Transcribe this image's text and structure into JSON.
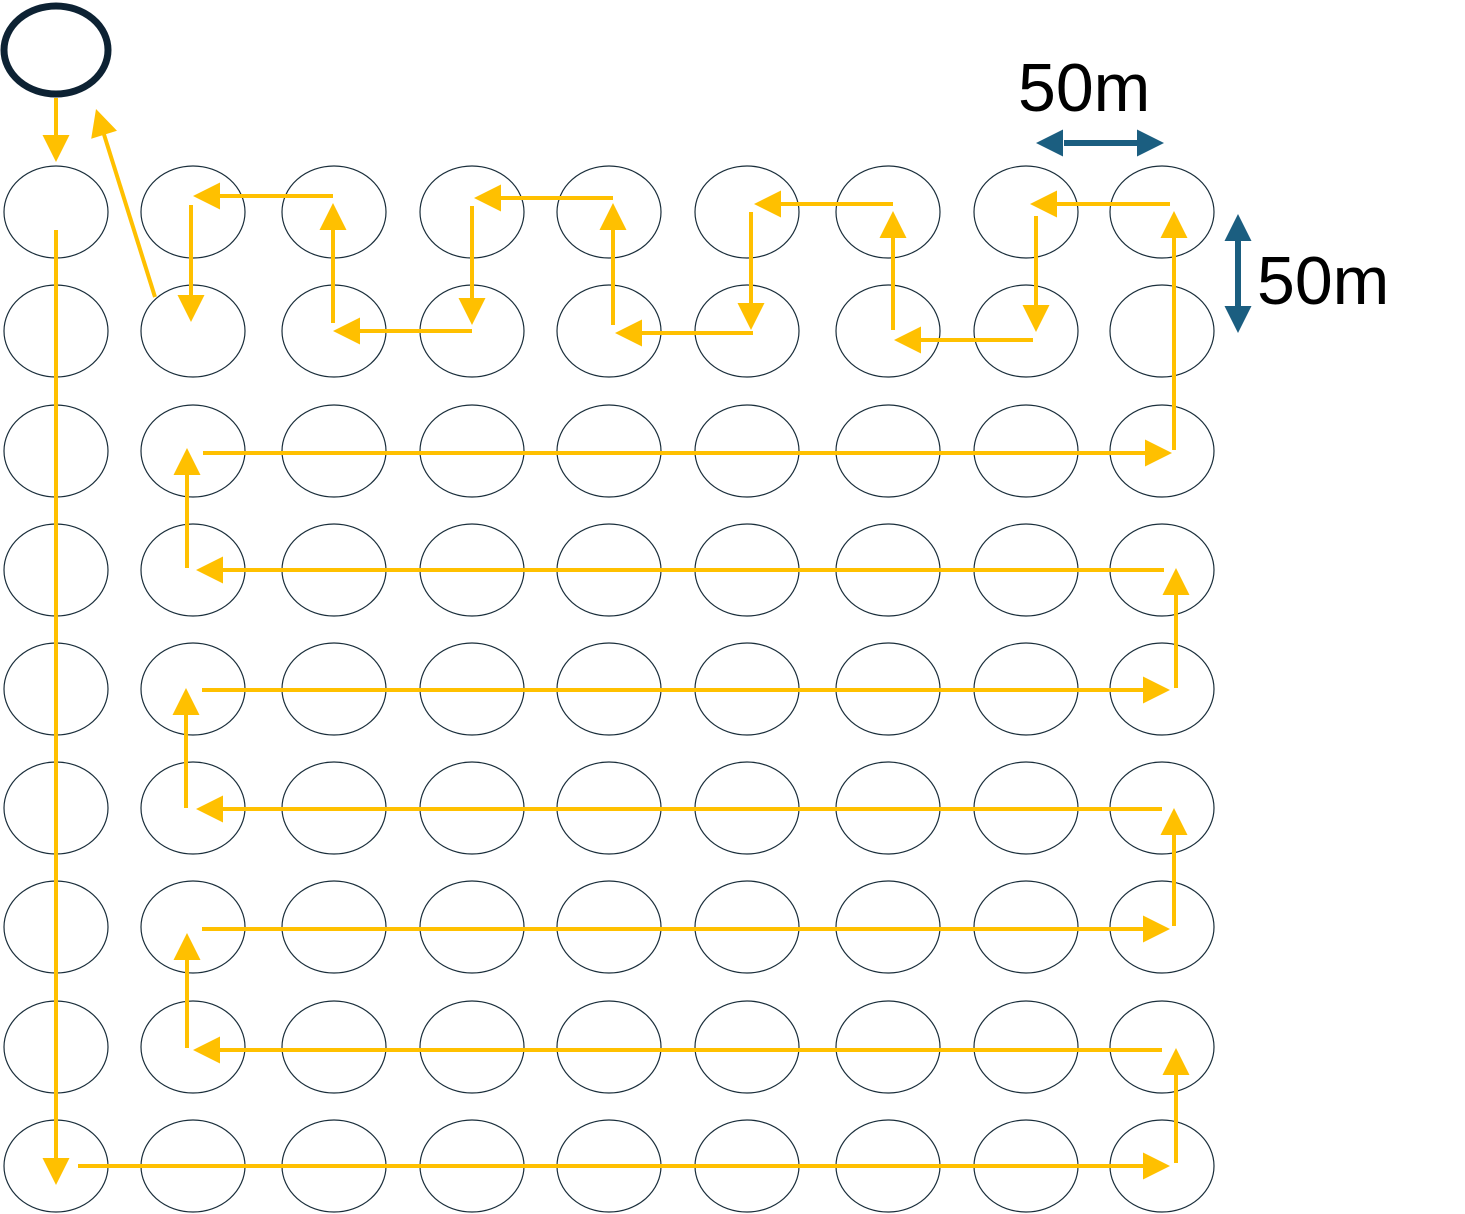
{
  "diagram": {
    "grid": {
      "rows": 9,
      "columns": 9
    },
    "scale_labels": {
      "horizontal": "50m",
      "vertical": "50m"
    },
    "colors": {
      "path": "#FFC000",
      "scale_arrows": "#1B5E80",
      "node_outline": "#1A2E3B",
      "start_node": "#0D2233"
    }
  }
}
